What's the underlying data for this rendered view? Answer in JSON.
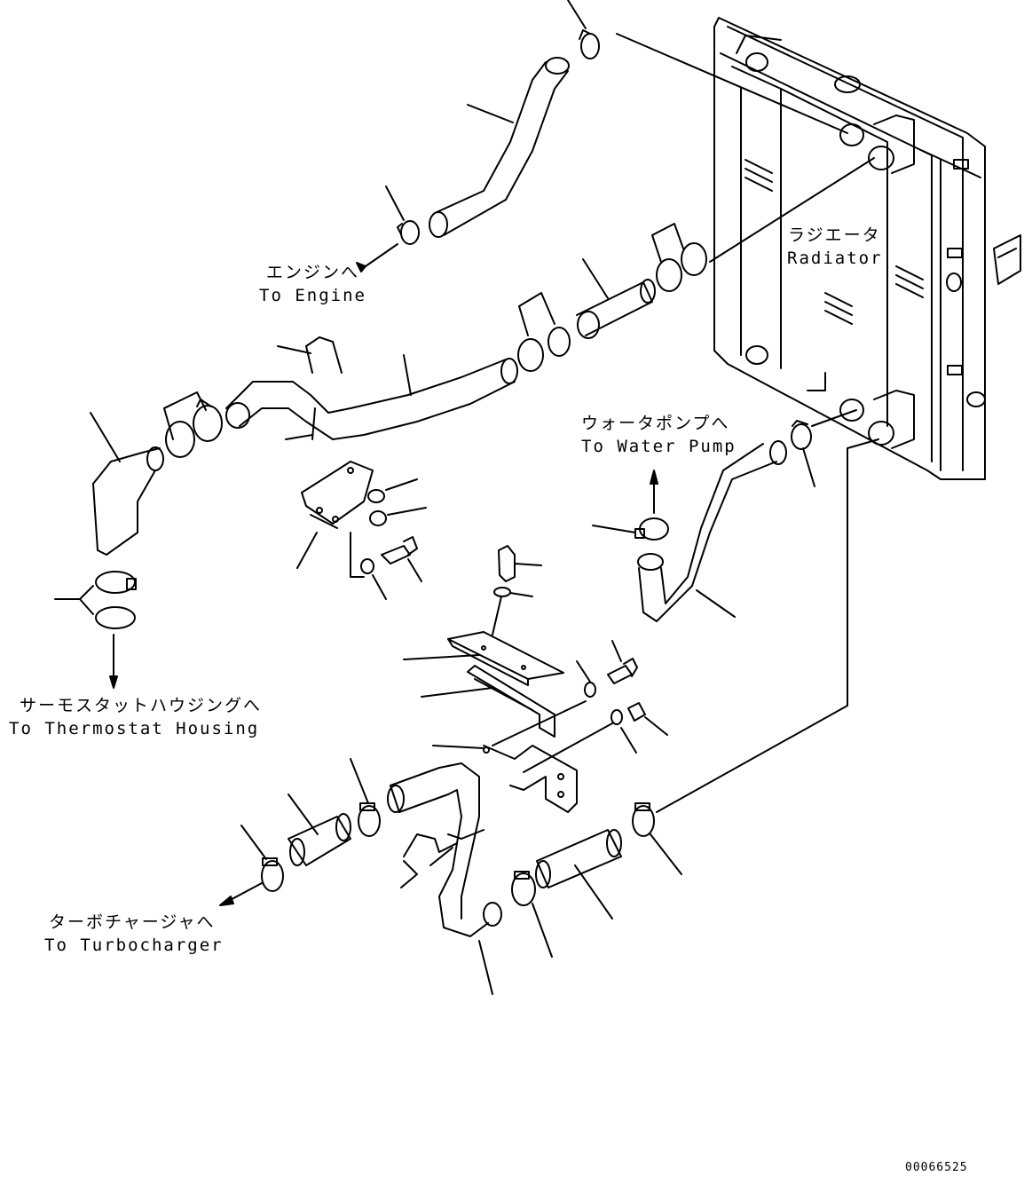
{
  "labels": {
    "engine_jp": "エンジンへ",
    "engine_en": "To Engine",
    "radiator_jp": "ラジエータ",
    "radiator_en": "Radiator",
    "water_pump_jp": "ウォータポンプへ",
    "water_pump_en": "To Water Pump",
    "thermostat_jp": "サーモスタットハウジングへ",
    "thermostat_en": "To Thermostat Housing",
    "turbo_jp": "ターボチャージャへ",
    "turbo_en": "To Turbocharger"
  },
  "reference_number": "00066525",
  "colors": {
    "line": "#000000",
    "background": "#ffffff"
  }
}
